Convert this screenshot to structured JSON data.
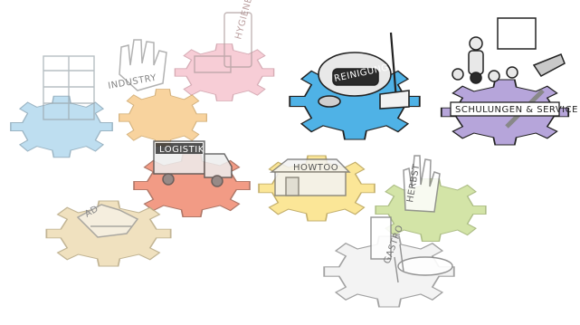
{
  "labels": {
    "industry": "INDUSTRY",
    "hygiene": "HYGIENE",
    "reinigung": "REINIGUNG",
    "schulungen": "SCHULUNGEN & SERVICE",
    "logistik": "LOGISTIK",
    "howtoo": "HOWTOO",
    "ad": "AD",
    "hand_text": "HERBST",
    "gastro": "GASTRO"
  },
  "colors": {
    "blue_faded": "#a9d3ec",
    "orange": "#f6c57e",
    "pink": "#f4b9c6",
    "blue_active": "#4fb2e6",
    "purple": "#b6a5da",
    "red": "#f08a70",
    "yellow": "#fbe07e",
    "green": "#c5dc8a",
    "beige": "#eedcb4",
    "white_gear": "#f2f2f2",
    "ink": "#222222"
  }
}
